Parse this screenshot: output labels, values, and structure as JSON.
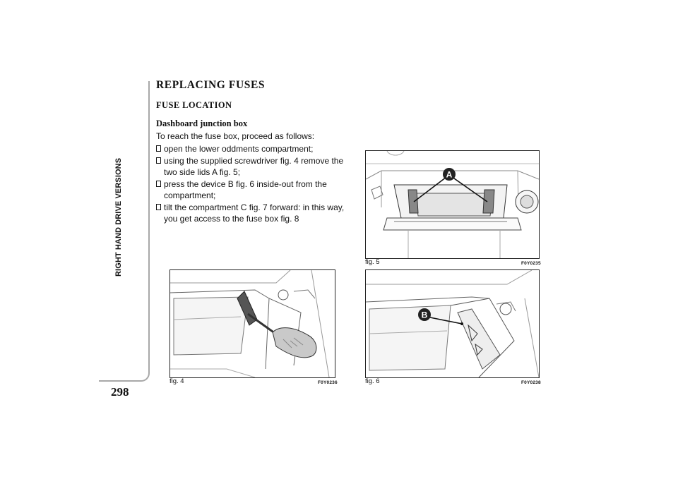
{
  "section_tab": "RIGHT HAND DRIVE VERSIONS",
  "page_number": "298",
  "title": "REPLACING FUSES",
  "subtitle": "FUSE LOCATION",
  "heading": "Dashboard junction box",
  "intro": "To reach the fuse box, proceed as follows:",
  "steps": [
    "open the lower oddments compartment;",
    "using the supplied screwdriver fig. 4 remove the two side lids A fig. 5;",
    "press the device B fig. 6 inside-out from the compartment;",
    "tilt the compartment C fig. 7 forward: in this way, you get access to the fuse box fig. 8"
  ],
  "figures": {
    "fig4": {
      "caption": "fig. 4",
      "code": "F0Y0236"
    },
    "fig5": {
      "caption": "fig. 5",
      "code": "F0Y0235",
      "callout": "A"
    },
    "fig6": {
      "caption": "fig. 6",
      "code": "F0Y0238",
      "callout": "B"
    }
  }
}
